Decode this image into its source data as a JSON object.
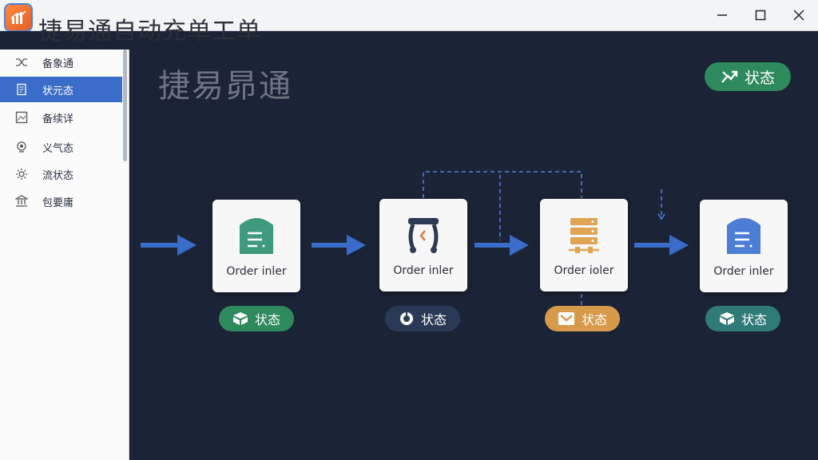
{
  "window": {
    "title": "捷易通自动充单工单",
    "controls": {
      "minimize": "minimize-icon",
      "maximize": "maximize-icon",
      "close": "close-icon"
    }
  },
  "sidebar": {
    "items": [
      {
        "label": "备象通",
        "icon": "shuffle-icon",
        "active": false
      },
      {
        "label": "状元态",
        "icon": "document-icon",
        "active": true
      },
      {
        "label": "备续详",
        "icon": "image-icon",
        "active": false
      },
      {
        "label": "义气态",
        "icon": "chip-icon",
        "active": false
      },
      {
        "label": "流状态",
        "icon": "gear-icon",
        "active": false
      },
      {
        "label": "包要庸",
        "icon": "bank-icon",
        "active": false
      }
    ]
  },
  "main": {
    "heading": "捷易昴通",
    "top_badge": {
      "label": "状态",
      "icon": "trend-icon",
      "color": "#2e8a5c"
    },
    "flow": [
      {
        "label": "Order inler",
        "icon": "document-folder-icon",
        "icon_color": "#3f9a7e",
        "status": "状态",
        "status_color": "#2e8a5c",
        "status_icon": "box-icon"
      },
      {
        "label": "Order inler",
        "icon": "gantry-icon",
        "icon_color": "#2d3a52",
        "status": "状态",
        "status_color": "#2a3a56",
        "status_icon": "timer-icon"
      },
      {
        "label": "Order ioler",
        "icon": "server-stack-icon",
        "icon_color": "#e0a455",
        "status": "状态",
        "status_color": "#d69a4a",
        "status_icon": "mail-icon"
      },
      {
        "label": "Order inler",
        "icon": "document-blue-icon",
        "icon_color": "#4c7ed6",
        "status": "状态",
        "status_color": "#2f7b78",
        "status_icon": "box-icon"
      }
    ]
  },
  "colors": {
    "background": "#1b2336",
    "arrow": "#3a6cc9",
    "sidebar_active": "#3a6cc9"
  }
}
